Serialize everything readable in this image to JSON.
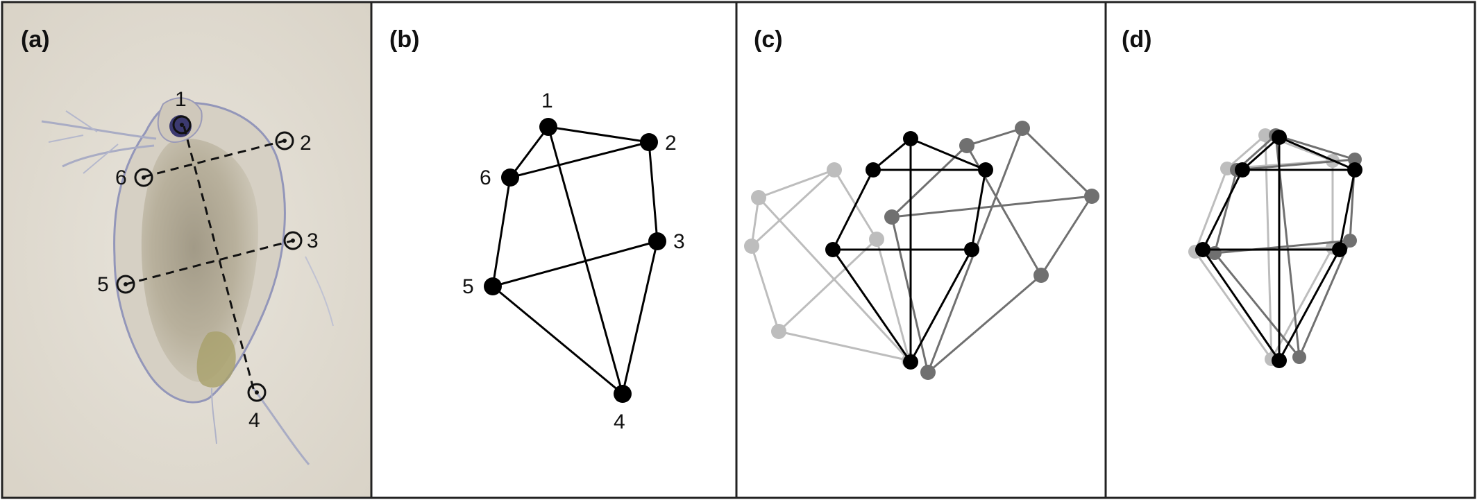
{
  "panels": {
    "a": {
      "label": "(a)"
    },
    "b": {
      "label": "(b)"
    },
    "c": {
      "label": "(c)"
    },
    "d": {
      "label": "(d)"
    }
  },
  "landmarks": {
    "l1": "1",
    "l2": "2",
    "l3": "3",
    "l4": "4",
    "l5": "5",
    "l6": "6"
  },
  "colors": {
    "frame": "#222222",
    "photo_bg": "#e2ddd3",
    "shape_black": "#000000",
    "shape_dark_gray": "#707070",
    "shape_light_gray": "#bdbdbd"
  }
}
